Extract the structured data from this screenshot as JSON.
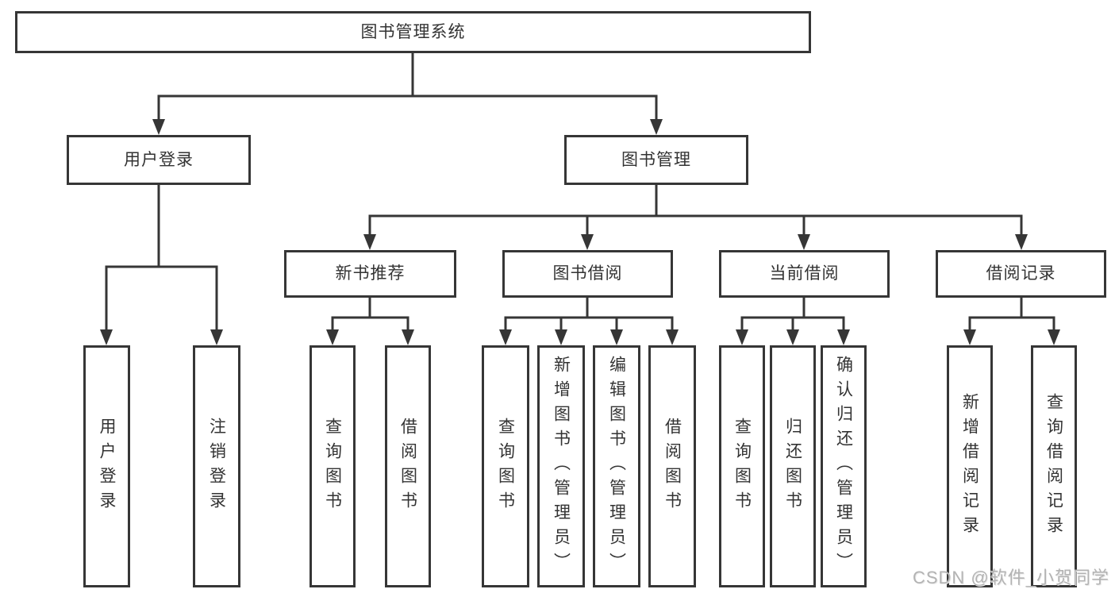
{
  "tree": {
    "label": "图书管理系统",
    "children": [
      {
        "label": "用户登录",
        "children": [
          {
            "label": "用户登录"
          },
          {
            "label": "注销登录"
          }
        ]
      },
      {
        "label": "图书管理",
        "children": [
          {
            "label": "新书推荐",
            "children": [
              {
                "label": "查询图书"
              },
              {
                "label": "借阅图书"
              }
            ]
          },
          {
            "label": "图书借阅",
            "children": [
              {
                "label": "查询图书"
              },
              {
                "label": "新增图书（管理员）"
              },
              {
                "label": "编辑图书（管理员）"
              },
              {
                "label": "借阅图书"
              }
            ]
          },
          {
            "label": "当前借阅",
            "children": [
              {
                "label": "查询图书"
              },
              {
                "label": "归还图书"
              },
              {
                "label": "确认归还（管理员）"
              }
            ]
          },
          {
            "label": "借阅记录",
            "children": [
              {
                "label": "新增借阅记录"
              },
              {
                "label": "查询借阅记录"
              }
            ]
          }
        ]
      }
    ]
  },
  "watermark": {
    "text": "CSDN @软件_小贺同学"
  },
  "colors": {
    "line": "#363636",
    "box_border": "#363636",
    "text": "#333333",
    "watermark": "#b3b3b3",
    "background": "#ffffff"
  }
}
